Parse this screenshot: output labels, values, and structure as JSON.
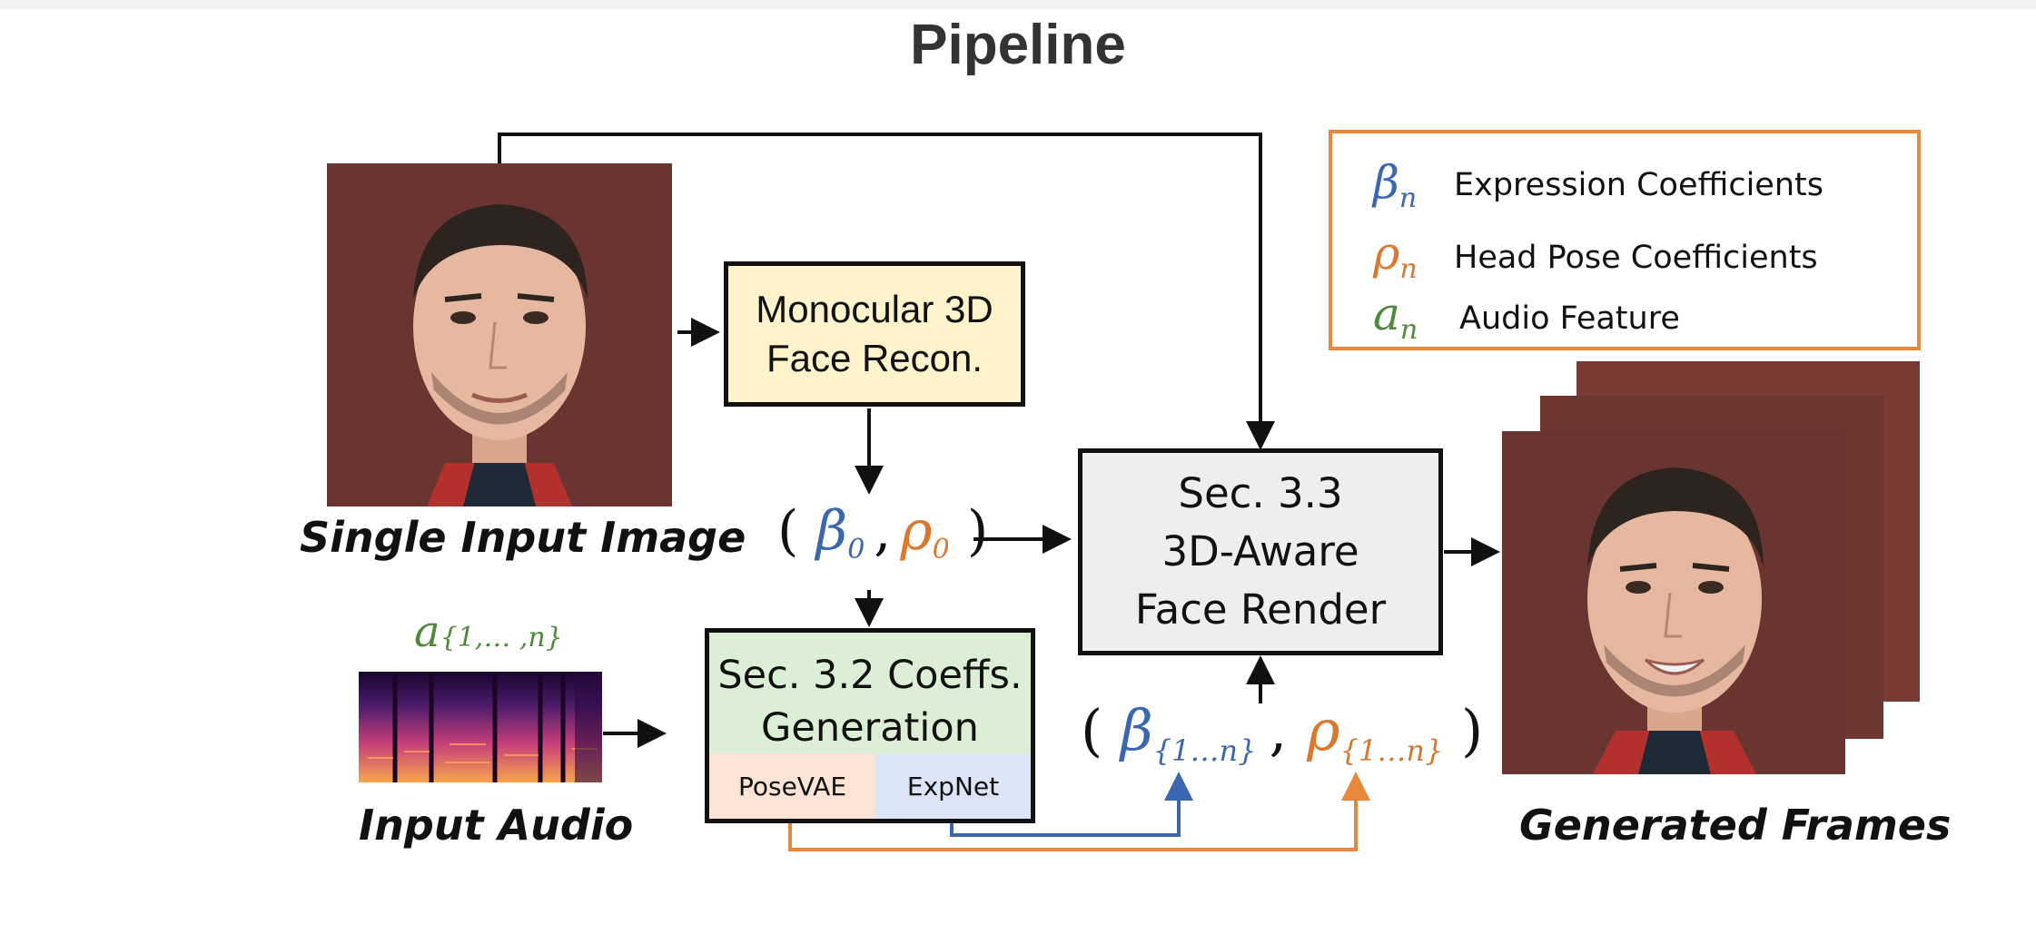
{
  "title": "Pipeline",
  "captions": {
    "input_image": "Single Input Image",
    "input_audio": "Input Audio",
    "output": "Generated Frames"
  },
  "boxes": {
    "recon_line1": "Monocular 3D",
    "recon_line2": "Face Recon.",
    "render_line1": "Sec. 3.3",
    "render_line2": "3D-Aware",
    "render_line3": "Face Render",
    "coeffs_line1": "Sec. 3.2 Coeffs.",
    "coeffs_line2": "Generation",
    "posevae": "PoseVAE",
    "expnet": "ExpNet"
  },
  "legend": {
    "items": [
      {
        "symbol": "β",
        "sub": "n",
        "label": "Expression Coefficients",
        "color": "#3b66b0"
      },
      {
        "symbol": "ρ",
        "sub": "n",
        "label": "Head Pose Coefficients",
        "color": "#d9782e"
      },
      {
        "symbol": "a",
        "sub": "n",
        "label": "Audio Feature",
        "color": "#4f8a3c"
      }
    ],
    "border_color": "#e8873a"
  },
  "math": {
    "open_paren": "(",
    "close_paren": ")",
    "comma": ",",
    "beta": "β",
    "rho": "ρ",
    "a": "a",
    "sub0": "0",
    "sub_seq": "{1…n}",
    "sub_audio": "{1,… ,n}"
  },
  "colors": {
    "expression": "#3b66b0",
    "pose": "#d9782e",
    "audio": "#4f8a3c",
    "recon_fill": "#fff3cc",
    "render_fill": "#eeeeee",
    "coeffs_fill": "#dcefd6",
    "posevae_fill": "#fbe3d6",
    "expnet_fill": "#dbe5f5"
  }
}
